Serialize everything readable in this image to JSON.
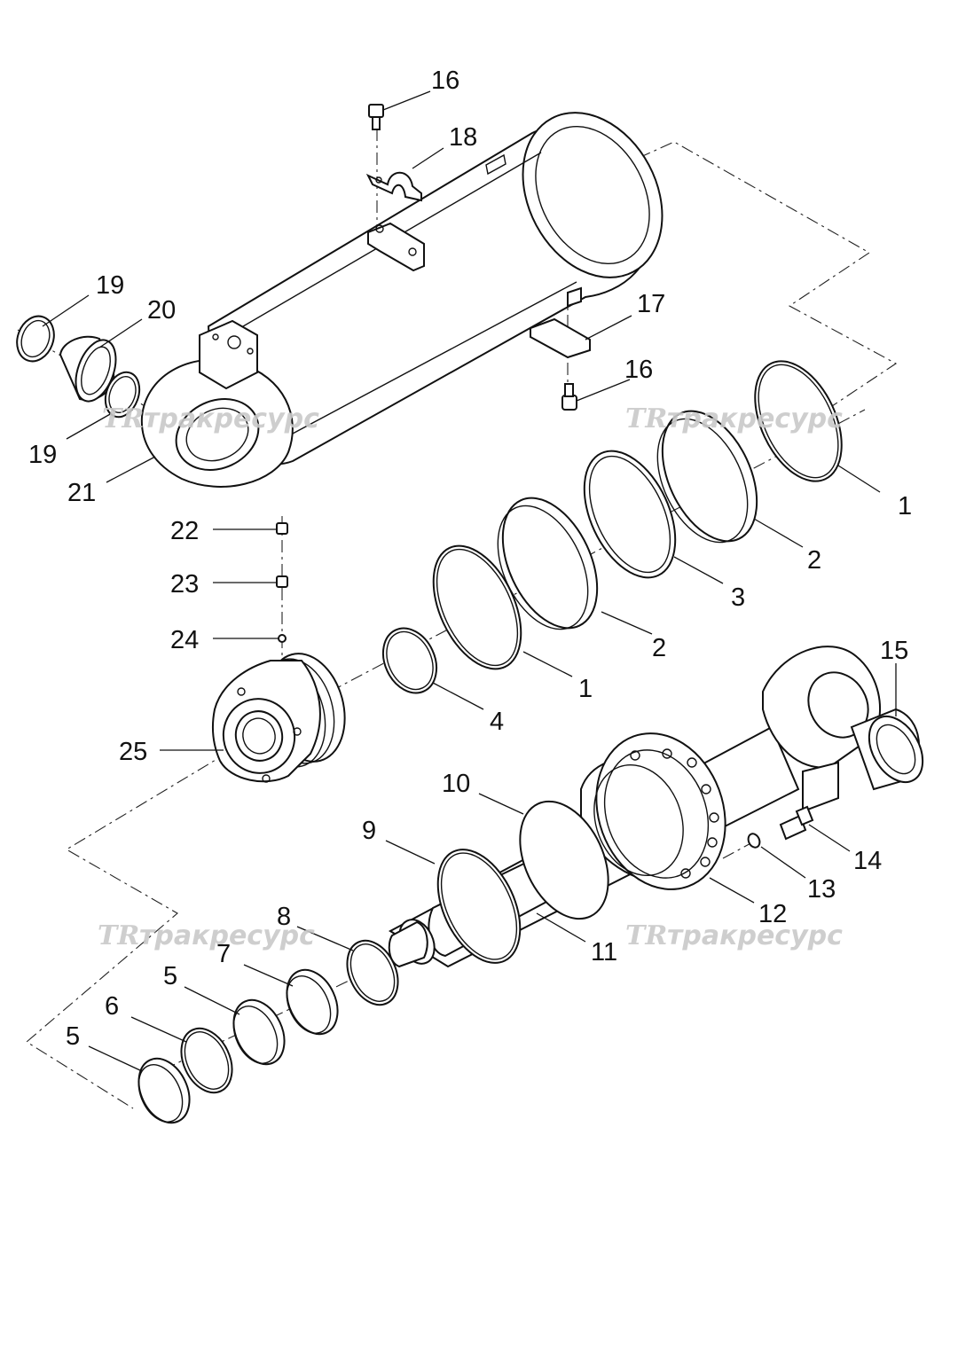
{
  "diagram": {
    "callouts": [
      {
        "id": "c16a",
        "text": "16"
      },
      {
        "id": "c18",
        "text": "18"
      },
      {
        "id": "c19a",
        "text": "19"
      },
      {
        "id": "c20",
        "text": "20"
      },
      {
        "id": "c17",
        "text": "17"
      },
      {
        "id": "c16b",
        "text": "16"
      },
      {
        "id": "c19b",
        "text": "19"
      },
      {
        "id": "c21",
        "text": "21"
      },
      {
        "id": "c1a",
        "text": "1"
      },
      {
        "id": "c2a",
        "text": "2"
      },
      {
        "id": "c22",
        "text": "22"
      },
      {
        "id": "c23",
        "text": "23"
      },
      {
        "id": "c3",
        "text": "3"
      },
      {
        "id": "c24",
        "text": "24"
      },
      {
        "id": "c2b",
        "text": "2"
      },
      {
        "id": "c15",
        "text": "15"
      },
      {
        "id": "c1b",
        "text": "1"
      },
      {
        "id": "c4",
        "text": "4"
      },
      {
        "id": "c25",
        "text": "25"
      },
      {
        "id": "c10",
        "text": "10"
      },
      {
        "id": "c9",
        "text": "9"
      },
      {
        "id": "c14",
        "text": "14"
      },
      {
        "id": "c13",
        "text": "13"
      },
      {
        "id": "c12",
        "text": "12"
      },
      {
        "id": "c8",
        "text": "8"
      },
      {
        "id": "c11",
        "text": "11"
      },
      {
        "id": "c7",
        "text": "7"
      },
      {
        "id": "c5a",
        "text": "5"
      },
      {
        "id": "c6",
        "text": "6"
      },
      {
        "id": "c5b",
        "text": "5"
      }
    ],
    "watermark": {
      "logo": "TR",
      "text": "тракресурс"
    }
  }
}
